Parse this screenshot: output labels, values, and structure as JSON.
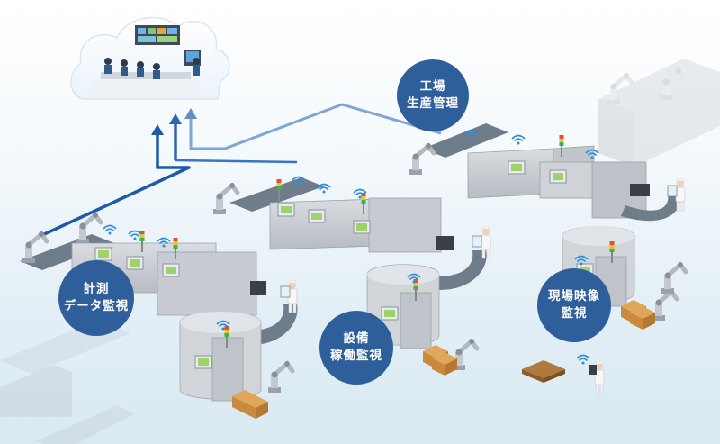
{
  "labels": {
    "factory_management": {
      "line1": "工場",
      "line2": "生産管理"
    },
    "measurement_monitoring": {
      "line1": "計測",
      "line2": "データ監視"
    },
    "equipment_monitoring": {
      "line1": "設備",
      "line2": "稼働監視"
    },
    "video_monitoring": {
      "line1": "現場映像",
      "line2": "監視"
    }
  },
  "colors": {
    "badge": "#2f5f9a",
    "flow_dark": "#1f5aa8",
    "flow_light": "#7fa7d4",
    "machine": "#c9ccd1",
    "machine_dark": "#a7abb2",
    "conveyor": "#6f7c8a",
    "wifi": "#2a8fd8",
    "cloud": "#ffffff"
  },
  "icons": [
    "cloud-control-room",
    "wifi-icon",
    "signal-tower-icon",
    "robot-arm-icon",
    "conveyor-belt-icon",
    "cardboard-box-icon",
    "tablet-icon",
    "worker-icon",
    "flow-arrow-icon"
  ]
}
